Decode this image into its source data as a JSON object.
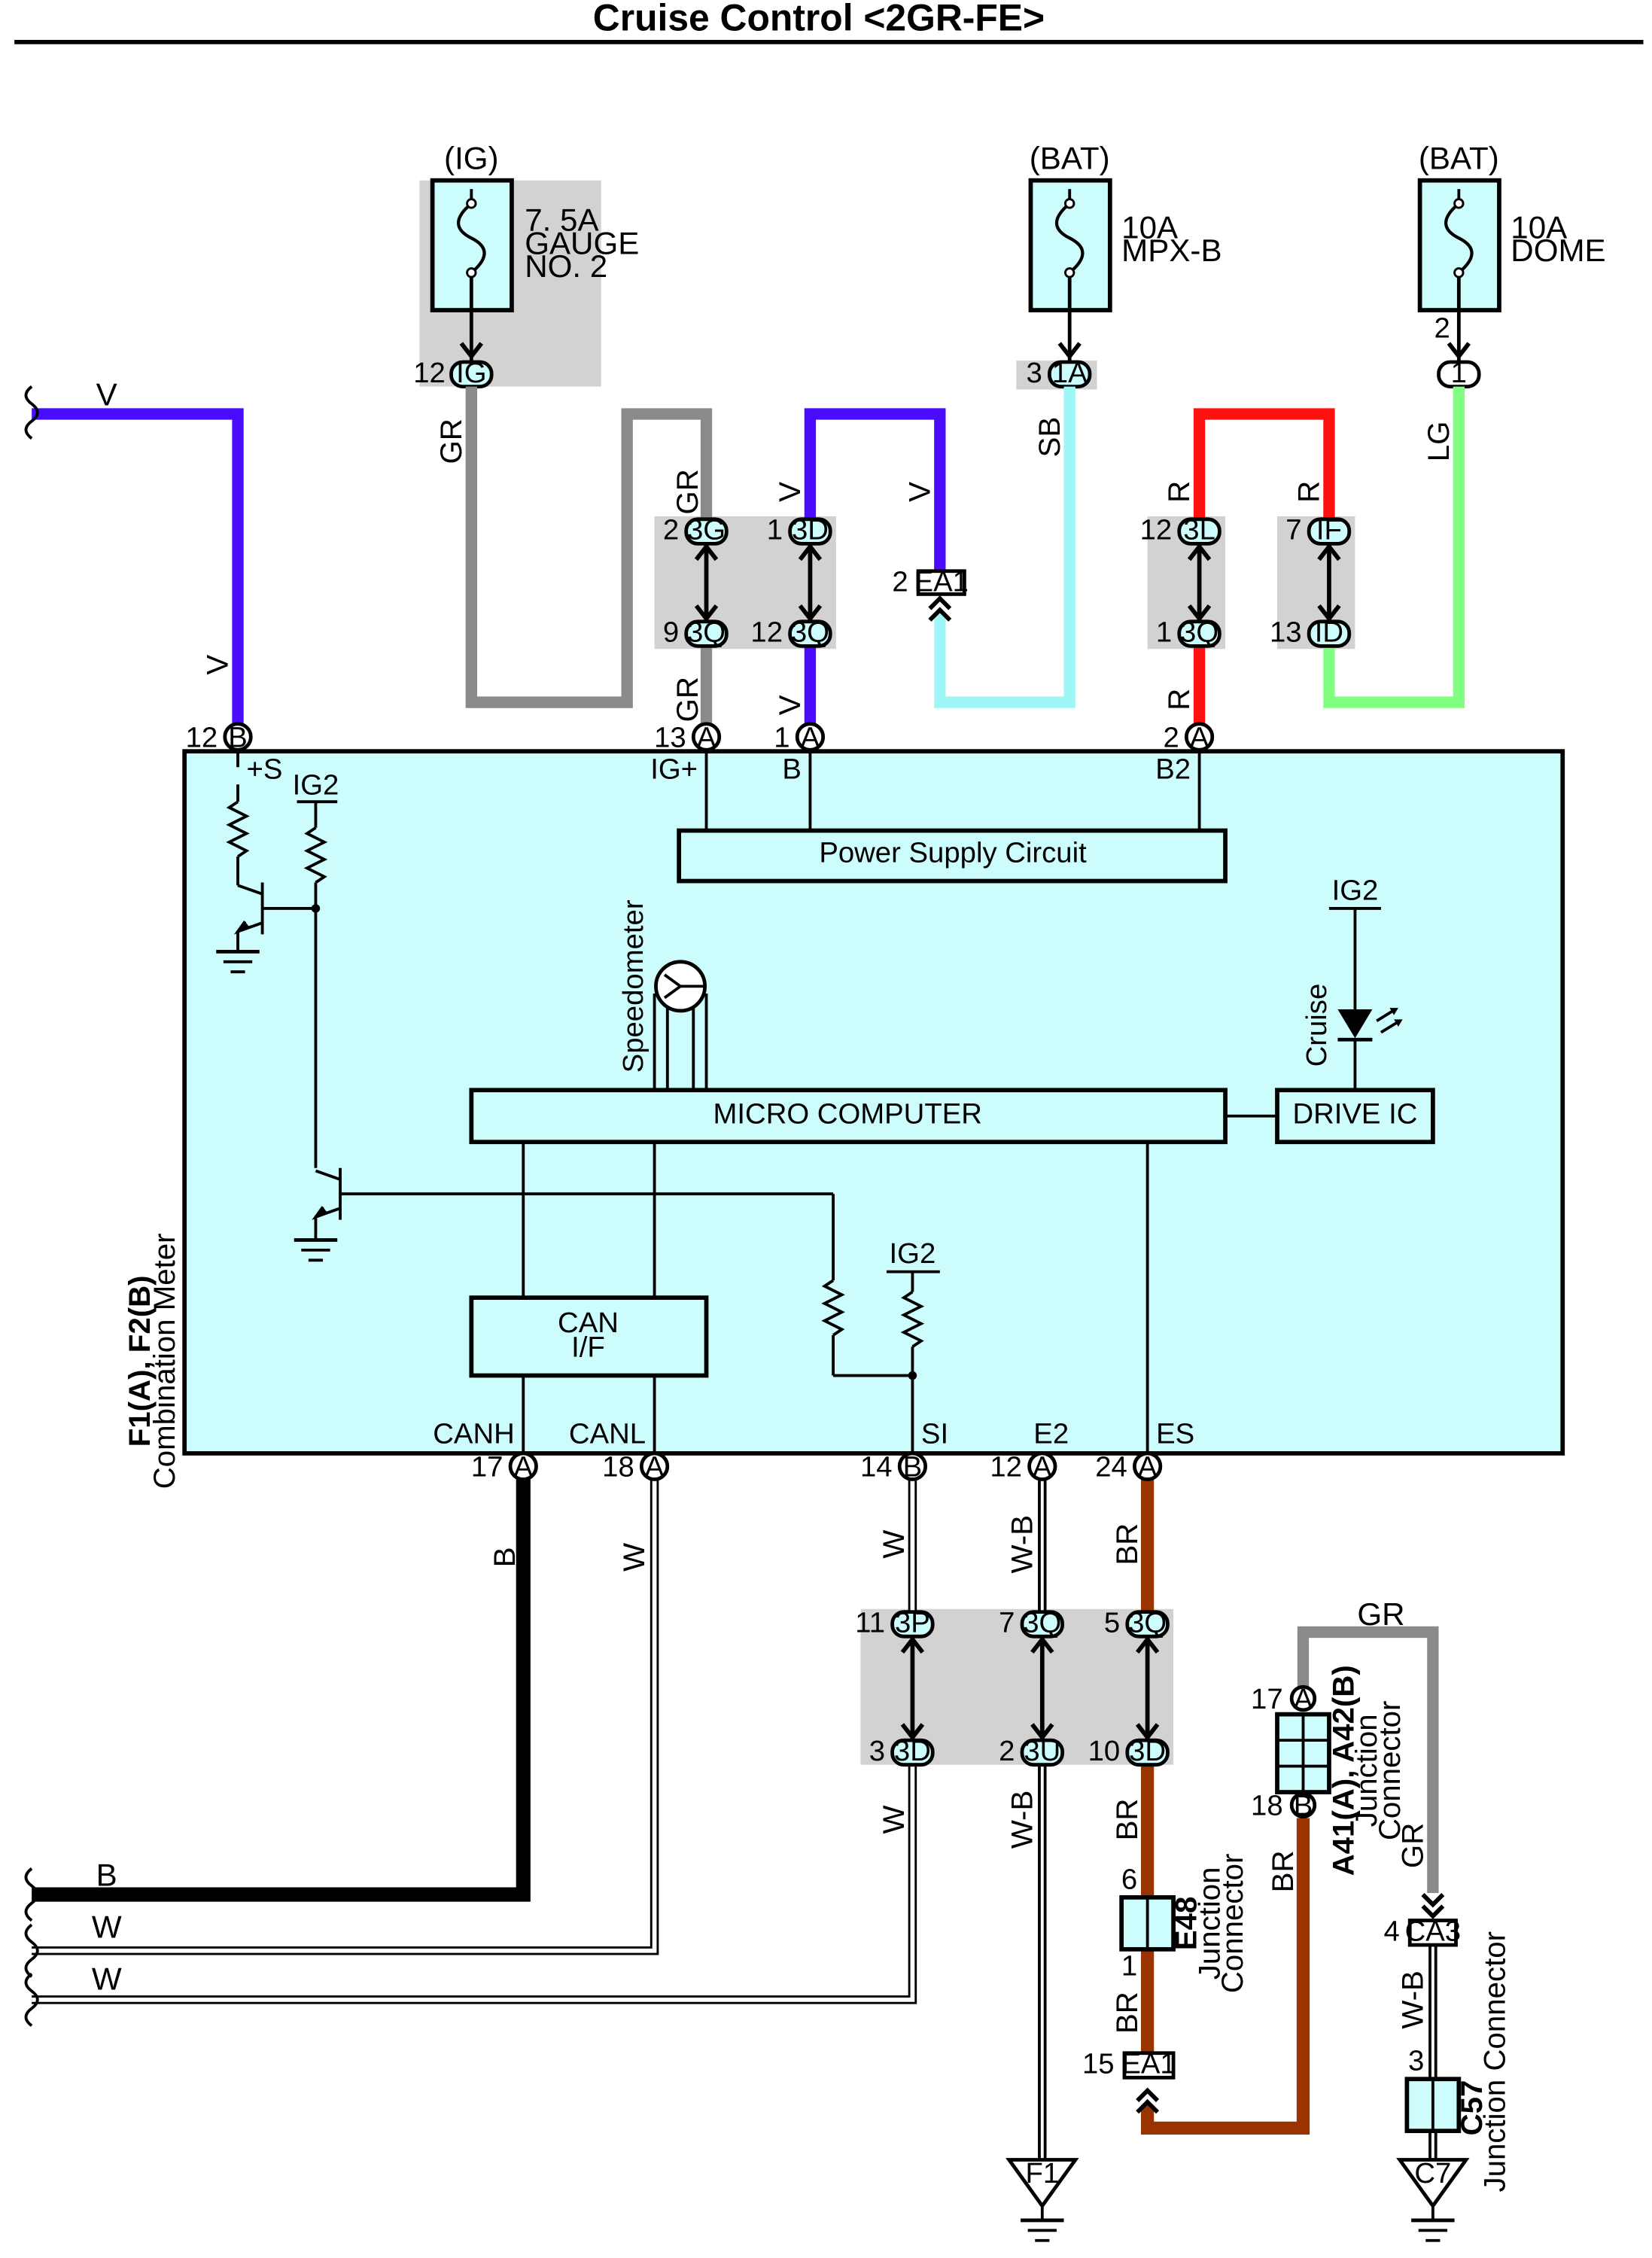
{
  "title": "Cruise Control <2GR-FE>",
  "fuses": [
    {
      "source": "(IG)",
      "rating": "7. 5A",
      "name_line1": "GAUGE",
      "name_line2": "NO. 2",
      "pin": "12",
      "connector": "IG"
    },
    {
      "source": "(BAT)",
      "rating": "10A",
      "name_line1": "MPX-B",
      "name_line2": "",
      "pin": "3",
      "connector": "1A"
    },
    {
      "source": "(BAT)",
      "rating": "10A",
      "name_line1": "DOME",
      "name_line2": "",
      "pin": "2",
      "connector": "1"
    }
  ],
  "wire_colors": {
    "V": "#4a0cff",
    "GR": "#8a8a8a",
    "SB": "#9ff6f6",
    "R": "#ff1010",
    "LG": "#80ff80",
    "B": "#000000",
    "W": "#ffffff",
    "W-B": "#ffffff",
    "BR": "#993300"
  },
  "wire_labels": {
    "v_left": "V",
    "v_left_top": "V",
    "gr_fuse": "GR",
    "gr_3g": "GR",
    "v_3d": "V",
    "v_ea1": "V",
    "sb": "SB",
    "r_3l": "R",
    "r_if": "R",
    "lg": "LG",
    "gr_13a": "GR",
    "v_1a": "V",
    "r_2a": "R",
    "b_17a": "B",
    "w_18a": "W",
    "w_14b": "W",
    "wb_12a": "W-B",
    "br_24a": "BR",
    "w_3d": "W",
    "wb_3u": "W-B",
    "br_10": "BR",
    "br_e48": "BR",
    "br_a42": "BR",
    "gr_top": "GR",
    "gr_ca3": "GR",
    "wb_ca3": "W-B",
    "b_out": "B",
    "w_out1": "W",
    "w_out2": "W"
  },
  "junctions_top": [
    {
      "pin_a": "2",
      "conn_a": "3G",
      "pin_b": "9",
      "conn_b": "3Q"
    },
    {
      "pin_a": "1",
      "conn_a": "3D",
      "pin_b": "12",
      "conn_b": "3Q"
    },
    {
      "pin_a": "12",
      "conn_a": "3L",
      "pin_b": "1",
      "conn_b": "3Q"
    },
    {
      "pin_a": "7",
      "conn_a": "IF",
      "pin_b": "13",
      "conn_b": "ID"
    }
  ],
  "ea1_top": {
    "pin": "2",
    "label": "EA1"
  },
  "meter_top_pins": [
    {
      "pin": "12",
      "conn": "B",
      "label": "+S"
    },
    {
      "pin": "13",
      "conn": "A",
      "label": "IG+"
    },
    {
      "pin": "1",
      "conn": "A",
      "label": "B"
    },
    {
      "pin": "2",
      "conn": "A",
      "label": "B2"
    }
  ],
  "meter_bottom_pins": [
    {
      "pin": "17",
      "conn": "A",
      "label": "CANH"
    },
    {
      "pin": "18",
      "conn": "A",
      "label": "CANL"
    },
    {
      "pin": "14",
      "conn": "B",
      "label": "SI"
    },
    {
      "pin": "12",
      "conn": "A",
      "label": "E2"
    },
    {
      "pin": "24",
      "conn": "A",
      "label": "ES"
    }
  ],
  "meter": {
    "code": "F1(A), F2(B)",
    "name": "Combination Meter",
    "power_supply": "Power Supply Circuit",
    "micro": "MICRO COMPUTER",
    "drive_ic": "DRIVE IC",
    "can_line1": "CAN",
    "can_line2": "I/F",
    "speedometer": "Speedometer",
    "cruise": "Cruise",
    "ig2_a": "IG2",
    "ig2_b": "IG2",
    "ig2_c": "IG2"
  },
  "junctions_bottom": [
    {
      "pin_a": "11",
      "conn_a": "3P",
      "pin_b": "3",
      "conn_b": "3D"
    },
    {
      "pin_a": "7",
      "conn_a": "3Q",
      "pin_b": "2",
      "conn_b": "3U"
    },
    {
      "pin_a": "5",
      "conn_a": "3Q",
      "pin_b": "10",
      "conn_b": "3D"
    }
  ],
  "e48": {
    "code": "E48",
    "name_line1": "Junction",
    "name_line2": "Connector",
    "pin_top": "6",
    "pin_bottom": "1"
  },
  "ea1_bottom": {
    "pin": "15",
    "label": "EA1"
  },
  "a41": {
    "code": "A41(A), A42(B)",
    "name_line1": "Junction",
    "name_line2": "Connector",
    "pin_top": "17",
    "conn_top": "A",
    "pin_bottom": "18",
    "conn_bottom": "B"
  },
  "ca3": {
    "pin": "4",
    "label": "CA3"
  },
  "c57": {
    "code": "C57",
    "name": "Junction Connector",
    "pin": "3"
  },
  "grounds": {
    "f1": "F1",
    "c7": "C7"
  }
}
